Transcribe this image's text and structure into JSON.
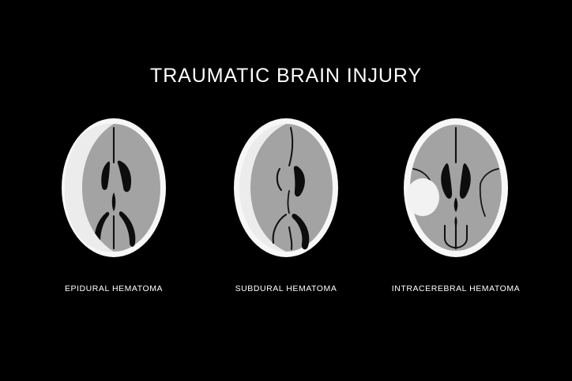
{
  "poster": {
    "title": "TRAUMATIC BRAIN INJURY",
    "background_color": "#000000",
    "text_color": "#ffffff"
  },
  "palette": {
    "background": "#000000",
    "skull": "#f7f7f7",
    "brain_tissue": "#a3a3a3",
    "hematoma": "#ececec",
    "ventricle": "#0d0d0d",
    "line": "#111111",
    "label": "#ffffff"
  },
  "panels": [
    {
      "id": "epidural",
      "label": "EPIDURAL HEMATOMA",
      "hematoma_shape": "biconvex-lens",
      "hematoma_side": "left",
      "hematoma_color": "#ececec",
      "midline_shift": "none",
      "ventricles": "symmetric-butterfly"
    },
    {
      "id": "subdural",
      "label": "SUBDURAL HEMATOMA",
      "hematoma_shape": "crescent",
      "hematoma_side": "left",
      "hematoma_color": "#ececec",
      "midline_shift": "right",
      "ventricles": "compressed-left"
    },
    {
      "id": "intracerebral",
      "label": "INTRACEREBRAL HEMATOMA",
      "hematoma_shape": "round-intraparenchymal",
      "hematoma_side": "left",
      "hematoma_color": "#f2f2f2",
      "midline_shift": "none",
      "ventricles": "symmetric-with-brainstem"
    }
  ]
}
